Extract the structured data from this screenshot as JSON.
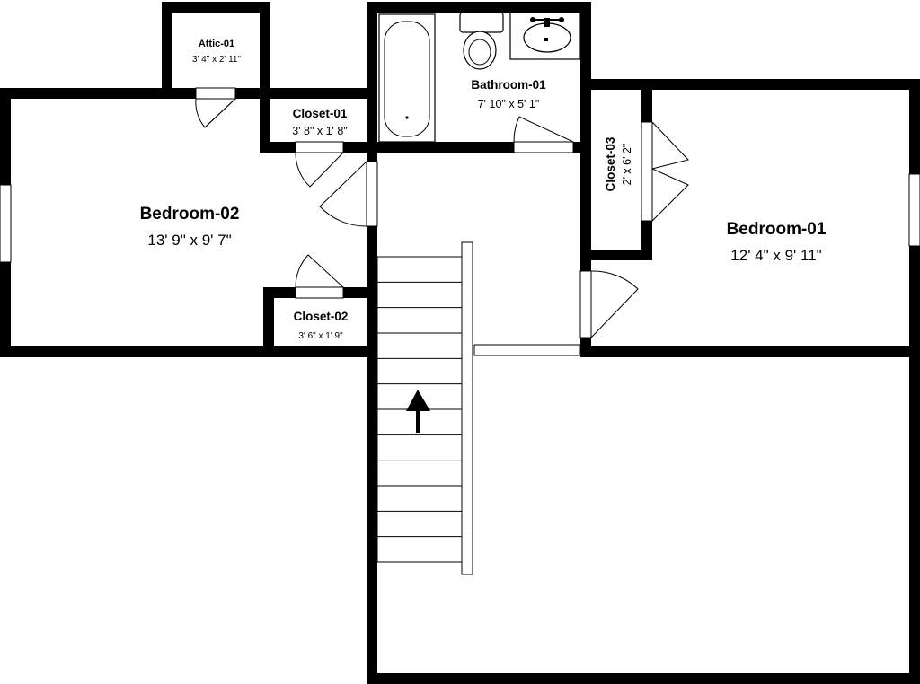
{
  "rooms": {
    "bedroom_02": {
      "name": "Bedroom-02",
      "dimensions": "13' 9\" x 9' 7\""
    },
    "bedroom_01": {
      "name": "Bedroom-01",
      "dimensions": "12' 4\" x 9' 11\""
    },
    "bathroom_01": {
      "name": "Bathroom-01",
      "dimensions": "7' 10\" x 5' 1\""
    },
    "attic_01": {
      "name": "Attic-01",
      "dimensions": "3' 4\" x 2' 11\""
    },
    "closet_01": {
      "name": "Closet-01",
      "dimensions": "3' 8\" x 1' 8\""
    },
    "closet_02": {
      "name": "Closet-02",
      "dimensions": "3' 6\" x 1' 9\""
    },
    "closet_03": {
      "name": "Closet-03",
      "dimensions": "2' x 6' 2\""
    }
  },
  "colors": {
    "wall": "#000000",
    "floor": "#ffffff",
    "stair_fill": "#ffffff"
  },
  "icons": {
    "stair_direction": "up-arrow-icon",
    "toilet": "toilet-icon",
    "sink": "sink-icon",
    "bathtub": "bathtub-icon"
  }
}
